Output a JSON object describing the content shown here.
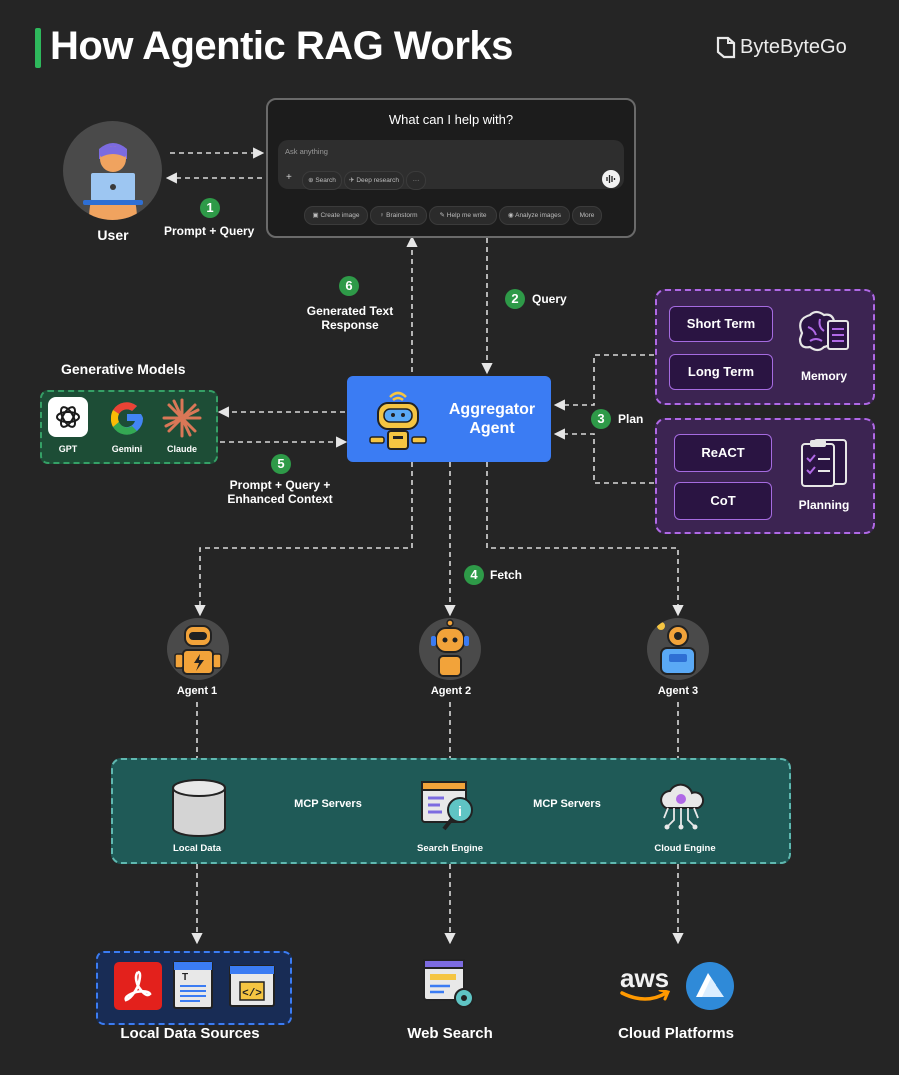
{
  "title": "How Agentic RAG Works",
  "brand": "ByteByteGo",
  "colors": {
    "accent": "#2e9a48",
    "agent": "#3b7cf3",
    "purple": "#b069e6",
    "teal": "#1f5a57"
  },
  "user": {
    "label": "User"
  },
  "chat": {
    "heading": "What can I help with?",
    "placeholder": "Ask anything",
    "search": "Search",
    "deep_research": "Deep research",
    "more_dots": "···",
    "actions": [
      "Create image",
      "Brainstorm",
      "Help me write",
      "Analyze images",
      "More"
    ]
  },
  "steps": {
    "s1": {
      "num": "1",
      "label": "Prompt + Query"
    },
    "s2": {
      "num": "2",
      "label": "Query"
    },
    "s3": {
      "num": "3",
      "label": "Plan"
    },
    "s4": {
      "num": "4",
      "label": "Fetch"
    },
    "s5": {
      "num": "5",
      "label_line1": "Prompt + Query +",
      "label_line2": "Enhanced Context"
    },
    "s6": {
      "num": "6",
      "label_line1": "Generated Text",
      "label_line2": "Response"
    }
  },
  "aggregator": {
    "line1": "Aggregator",
    "line2": "Agent"
  },
  "generative": {
    "title": "Generative Models",
    "models": [
      "GPT",
      "Gemini",
      "Claude"
    ]
  },
  "memory": {
    "short": "Short Term",
    "long": "Long Term",
    "label": "Memory"
  },
  "planning": {
    "react": "ReACT",
    "cot": "CoT",
    "label": "Planning"
  },
  "agents": [
    "Agent 1",
    "Agent 2",
    "Agent 3"
  ],
  "mcp": {
    "left": "MCP Servers",
    "right": "MCP Servers",
    "items": [
      "Local Data",
      "Search Engine",
      "Cloud Engine"
    ]
  },
  "bottom": {
    "local": "Local Data Sources",
    "web": "Web Search",
    "cloud": "Cloud Platforms",
    "aws": "aws"
  }
}
